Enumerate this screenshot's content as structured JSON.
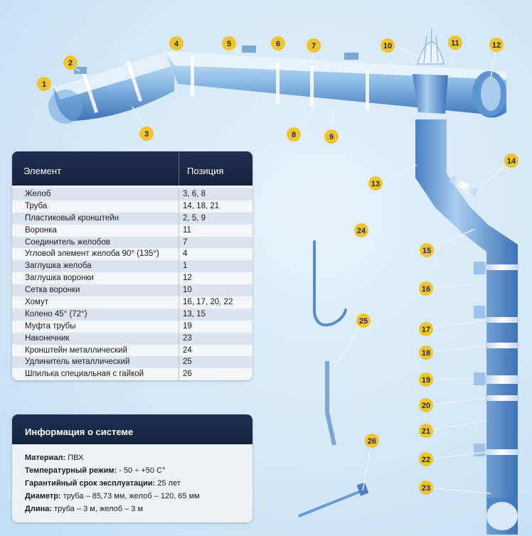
{
  "callouts": [
    "1",
    "2",
    "3",
    "4",
    "5",
    "6",
    "7",
    "8",
    "9",
    "10",
    "11",
    "12",
    "13",
    "14",
    "15",
    "16",
    "17",
    "18",
    "19",
    "20",
    "21",
    "22",
    "23",
    "24",
    "25",
    "26"
  ],
  "parts_table": {
    "header_element": "Элемент",
    "header_position": "Позиция",
    "rows": [
      {
        "element": "Желоб",
        "position": "3, 6, 8"
      },
      {
        "element": "Труба",
        "position": "14, 18, 21"
      },
      {
        "element": "Пластиковый кронштейн",
        "position": "2, 5, 9"
      },
      {
        "element": "Воронка",
        "position": "11"
      },
      {
        "element": "Соединитель желобов",
        "position": "7"
      },
      {
        "element": "Угловой элемент желоба 90° (135°)",
        "position": "4"
      },
      {
        "element": "Заглушка желоба",
        "position": "1"
      },
      {
        "element": "Заглушка воронки",
        "position": "12"
      },
      {
        "element": "Сетка воронки",
        "position": "10"
      },
      {
        "element": "Хомут",
        "position": "16, 17, 20, 22"
      },
      {
        "element": "Колено 45° (72°)",
        "position": "13, 15"
      },
      {
        "element": "Муфта трубы",
        "position": "19"
      },
      {
        "element": "Наконечник",
        "position": "23"
      },
      {
        "element": "Кронштейн металлический",
        "position": "24"
      },
      {
        "element": "Удлинитель металлический",
        "position": "25"
      },
      {
        "element": "Шпилька специальная с гайкой",
        "position": "26"
      }
    ]
  },
  "system_info": {
    "title": "Информация о системе",
    "lines": [
      {
        "label": "Материал:",
        "value": "ПВХ"
      },
      {
        "label": "Температурный режим:",
        "value": "- 50 ÷ +50 С°"
      },
      {
        "label": "Гарантийный срок эксплуатации:",
        "value": "25 лет"
      },
      {
        "label": "Диаметр:",
        "value": "труба – 85,73 мм, желоб – 120, 65 мм"
      },
      {
        "label": "Длина:",
        "value": "труба – 3 м, желоб – 3 м"
      }
    ]
  },
  "colors": {
    "pipe_light": "#c9e1f4",
    "pipe_mid": "#7fb1e0",
    "pipe_dark": "#3f78bc",
    "callout_fill": "#f0c330",
    "panel_header": "#1b2a4a"
  }
}
